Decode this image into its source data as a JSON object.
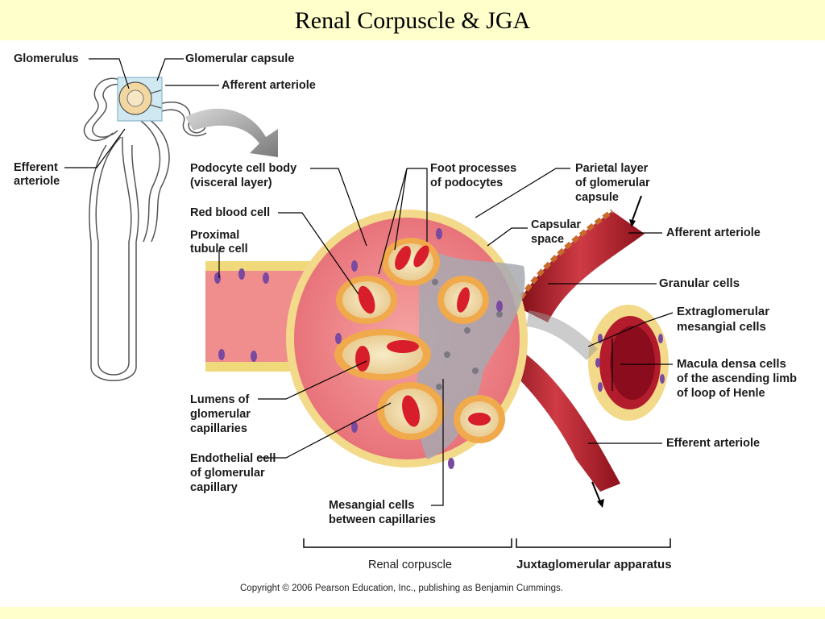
{
  "title": "Renal Corpuscle & JGA",
  "labels": {
    "glomerulus": "Glomerulus",
    "glomerular_capsule": "Glomerular capsule",
    "afferent_top": "Afferent arteriole",
    "efferent_left_1": "Efferent",
    "efferent_left_2": "arteriole",
    "podocyte_1": "Podocyte cell body",
    "podocyte_2": "(visceral layer)",
    "foot_1": "Foot processes",
    "foot_2": "of podocytes",
    "parietal_1": "Parietal layer",
    "parietal_2": "of glomerular",
    "parietal_3": "capsule",
    "rbc": "Red blood cell",
    "capsular_1": "Capsular",
    "capsular_2": "space",
    "afferent_right": "Afferent arteriole",
    "proximal_1": "Proximal",
    "proximal_2": "tubule cell",
    "granular": "Granular cells",
    "extraglom_1": "Extraglomerular",
    "extraglom_2": "mesangial cells",
    "macula_1": "Macula densa cells",
    "macula_2": "of the ascending limb",
    "macula_3": "of loop of Henle",
    "lumens_1": "Lumens of",
    "lumens_2": "glomerular",
    "lumens_3": "capillaries",
    "endo_1": "Endothelial cell",
    "endo_2": "of glomerular",
    "endo_3": "capillary",
    "efferent_right": "Efferent arteriole",
    "mesangial_1": "Mesangial cells",
    "mesangial_2": "between capillaries",
    "renal_corpuscle": "Renal corpuscle",
    "jga": "Juxtaglomerular apparatus"
  },
  "copyright": "Copyright © 2006 Pearson Education, Inc., publishing as Benjamin Cummings.",
  "colors": {
    "background": "#ffffcc",
    "tissue": "#e8737a",
    "vessel": "#b8222a",
    "capsule_wall": "#f3d98a",
    "rbc": "#d81e2a"
  }
}
